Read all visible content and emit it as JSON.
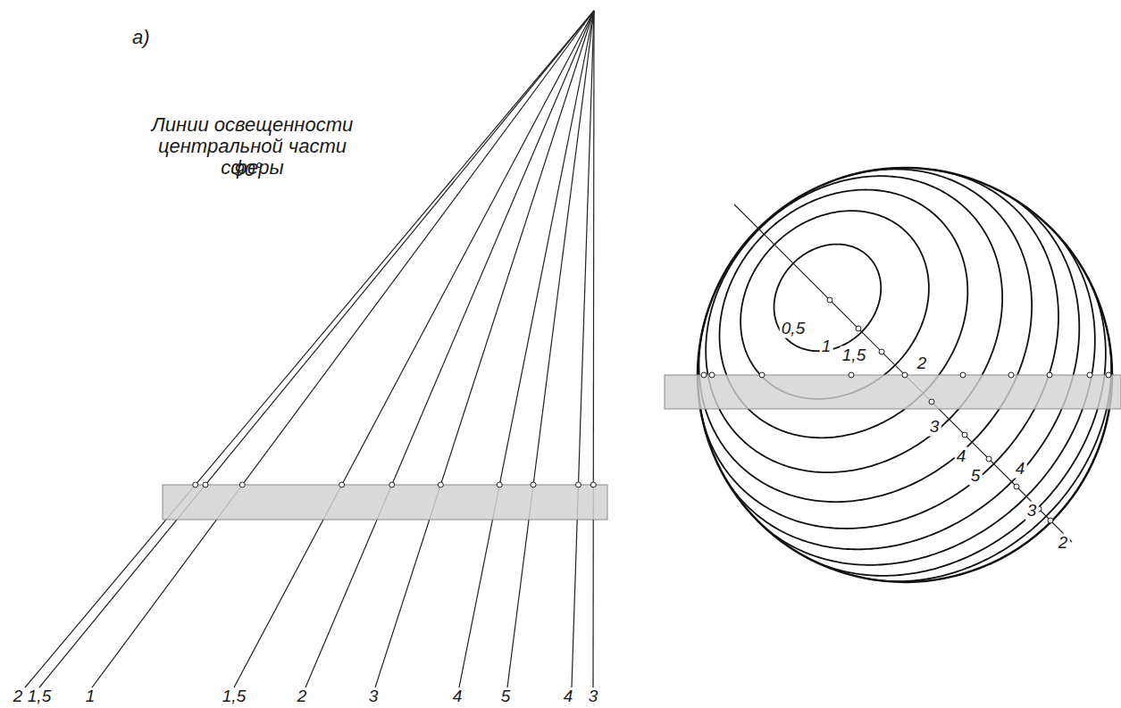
{
  "diagram": {
    "labels": [
      "а)",
      "Линии освещенности центральной части сферы",
      "90°",
      "2",
      "1,5",
      "1",
      "1,5",
      "2",
      "3",
      "4",
      "5",
      "4",
      "3",
      "0,5",
      "1",
      "1,5",
      "2",
      "3",
      "4",
      "5",
      "4",
      "3",
      "2"
    ]
  }
}
